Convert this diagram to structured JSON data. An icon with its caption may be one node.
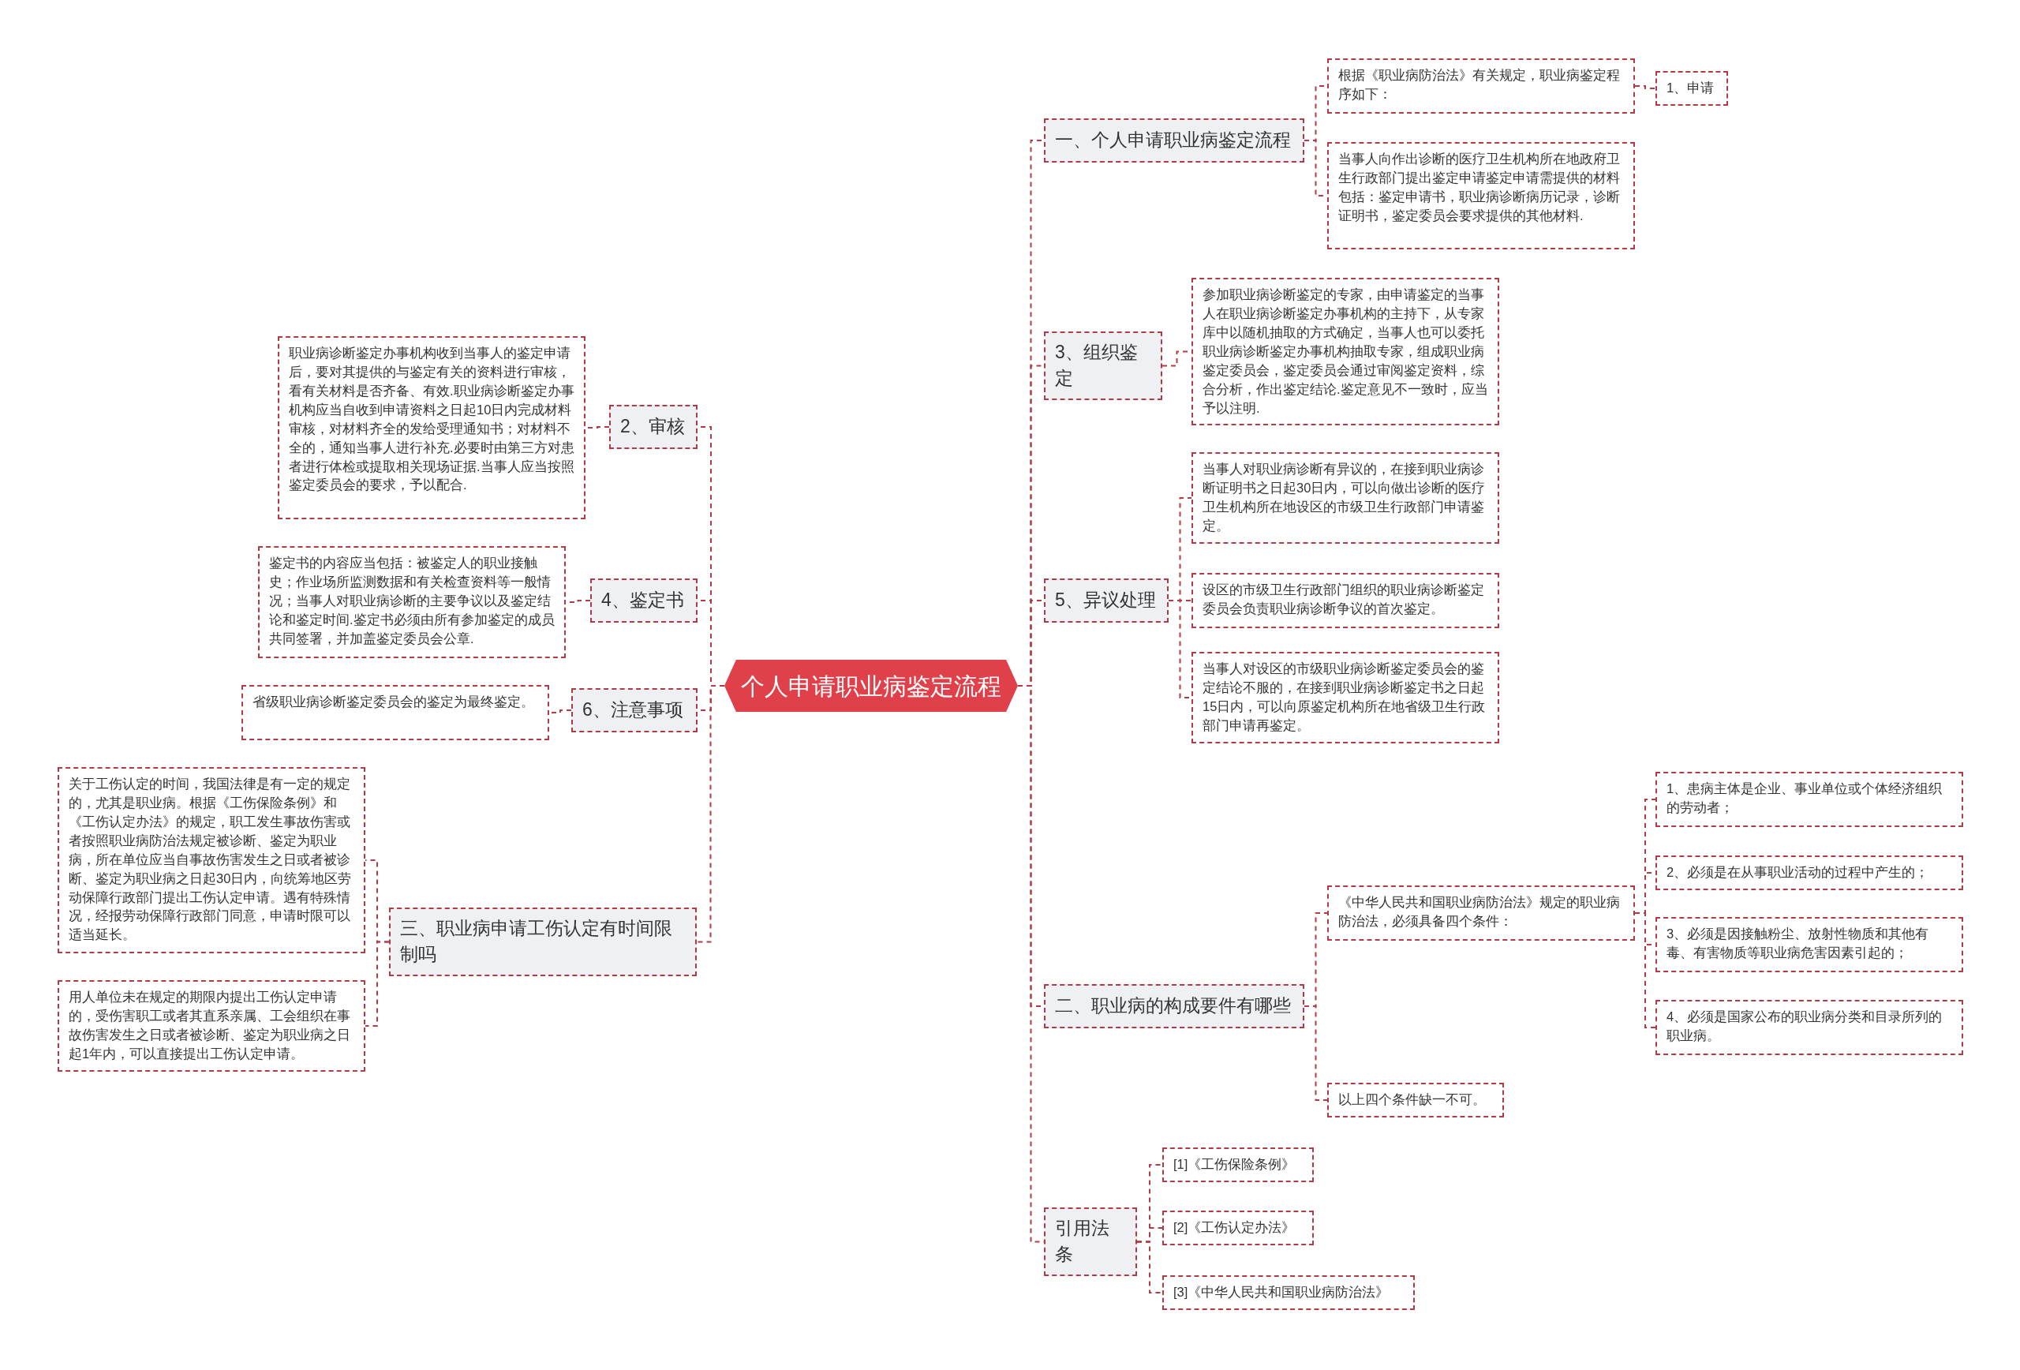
{
  "diagram": {
    "nodes": [
      {
        "text": [
          "个人申请职业病鉴定流程"
        ]
      },
      {
        "text": [
          "一、个人申请职业病鉴定流程"
        ]
      },
      {
        "text": [
          "根据《职业病防治法》有关规定，职业病鉴定程序如下："
        ]
      },
      {
        "text": [
          "1、申请"
        ]
      },
      {
        "text": [
          "当事人向作出诊断的医疗卫生机构所在地政府卫生行政部门提出鉴定申请鉴定申请需提供的材料包括：鉴定申请书，职业病诊断病历记录，诊断证明书，鉴定委员会要求提供的其他材料."
        ]
      },
      {
        "text": [
          "3、组织鉴定"
        ]
      },
      {
        "text": [
          "参加职业病诊断鉴定的专家，由申请鉴定的当事人在职业病诊断鉴定办事机构的主持下，从专家库中以随机抽取的方式确定，当事人也可以委托职业病诊断鉴定办事机构抽取专家，组成职业病鉴定委员会，鉴定委员会通过审阅鉴定资料，综合分析，作出鉴定结论.鉴定意见不一致时，应当予以注明."
        ]
      },
      {
        "text": [
          "5、异议处理"
        ]
      },
      {
        "text": [
          "当事人对职业病诊断有异议的，在接到职业病诊断证明书之日起30日内，可以向做出诊断的医疗卫生机构所在地设区的市级卫生行政部门申请鉴定。"
        ]
      },
      {
        "text": [
          "设区的市级卫生行政部门组织的职业病诊断鉴定委员会负责职业病诊断争议的首次鉴定。"
        ]
      },
      {
        "text": [
          "当事人对设区的市级职业病诊断鉴定委员会的鉴定结论不服的，在接到职业病诊断鉴定书之日起15日内，可以向原鉴定机构所在地省级卫生行政部门申请再鉴定。"
        ]
      },
      {
        "text": [
          "二、职业病的构成要件有哪些"
        ]
      },
      {
        "text": [
          "《中华人民共和国职业病防治法》规定的职业病防治法，必须具备四个条件："
        ]
      },
      {
        "text": [
          "1、患病主体是企业、事业单位或个体经济组织的劳动者；"
        ]
      },
      {
        "text": [
          "2、必须是在从事职业活动的过程中产生的；"
        ]
      },
      {
        "text": [
          "3、必须是因接触粉尘、放射性物质和其他有毒、有害物质等职业病危害因素引起的；"
        ]
      },
      {
        "text": [
          "4、必须是国家公布的职业病分类和目录所列的职业病。"
        ]
      },
      {
        "text": [
          "以上四个条件缺一不可。"
        ]
      },
      {
        "text": [
          "引用法条"
        ]
      },
      {
        "text": [
          "[1]《工伤保险条例》"
        ]
      },
      {
        "text": [
          "[2]《工伤认定办法》"
        ]
      },
      {
        "text": [
          "[3]《中华人民共和国职业病防治法》"
        ]
      },
      {
        "text": [
          "2、审核"
        ]
      },
      {
        "text": [
          "职业病诊断鉴定办事机构收到当事人的鉴定申请后，要对其提供的与鉴定有关的资料进行审核，看有关材料是否齐备、有效.职业病诊断鉴定办事机构应当自收到申请资料之日起10日内完成材料审核，对材料齐全的发给受理通知书；对材料不全的，通知当事人进行补充.必要时由第三方对患者进行体检或提取相关现场证据.当事人应当按照鉴定委员会的要求，予以配合."
        ]
      },
      {
        "text": [
          "4、鉴定书"
        ]
      },
      {
        "text": [
          "鉴定书的内容应当包括：被鉴定人的职业接触史；作业场所监测数据和有关检查资料等一般情况；当事人对职业病诊断的主要争议以及鉴定结论和鉴定时间.鉴定书必须由所有参加鉴定的成员共同签署，并加盖鉴定委员会公章."
        ]
      },
      {
        "text": [
          "6、注意事项"
        ]
      },
      {
        "text": [
          "省级职业病诊断鉴定委员会的鉴定为最终鉴定。"
        ]
      },
      {
        "text": [
          "三、职业病申请工伤认定有时间限制吗"
        ]
      },
      {
        "text": [
          "关于工伤认定的时间，我国法律是有一定的规定的，尤其是职业病。根据《工伤保险条例》和《工伤认定办法》的规定，职工发生事故伤害或者按照职业病防治法规定被诊断、鉴定为职业病，所在单位应当自事故伤害发生之日或者被诊断、鉴定为职业病之日起30日内，向统筹地区劳动保障行政部门提出工伤认定申请。遇有特殊情况，经报劳动保障行政部门同意，申请时限可以适当延长。"
        ]
      },
      {
        "text": [
          "用人单位未在规定的期限内提出工伤认定申请的，受伤害职工或者其直系亲属、工会组织在事故伤害发生之日或者被诊断、鉴定为职业病之日起1年内，可以直接提出工伤认定申请。"
        ]
      }
    ],
    "edges": [
      {
        "from": 0,
        "to": 1,
        "arrow": "none"
      },
      {
        "from": 1,
        "to": 2,
        "arrow": "none"
      },
      {
        "from": 2,
        "to": 3,
        "arrow": "none"
      },
      {
        "from": 1,
        "to": 4,
        "arrow": "none"
      },
      {
        "from": 0,
        "to": 5,
        "arrow": "none"
      },
      {
        "from": 5,
        "to": 6,
        "arrow": "none"
      },
      {
        "from": 0,
        "to": 7,
        "arrow": "none"
      },
      {
        "from": 7,
        "to": 8,
        "arrow": "none"
      },
      {
        "from": 7,
        "to": 9,
        "arrow": "none"
      },
      {
        "from": 7,
        "to": 10,
        "arrow": "none"
      },
      {
        "from": 0,
        "to": 11,
        "arrow": "none"
      },
      {
        "from": 11,
        "to": 12,
        "arrow": "none"
      },
      {
        "from": 12,
        "to": 13,
        "arrow": "none"
      },
      {
        "from": 12,
        "to": 14,
        "arrow": "none"
      },
      {
        "from": 12,
        "to": 15,
        "arrow": "none"
      },
      {
        "from": 12,
        "to": 16,
        "arrow": "none"
      },
      {
        "from": 11,
        "to": 17,
        "arrow": "none"
      },
      {
        "from": 0,
        "to": 18,
        "arrow": "none"
      },
      {
        "from": 18,
        "to": 19,
        "arrow": "none"
      },
      {
        "from": 18,
        "to": 20,
        "arrow": "none"
      },
      {
        "from": 18,
        "to": 21,
        "arrow": "none"
      },
      {
        "from": 0,
        "to": 22,
        "arrow": "none"
      },
      {
        "from": 22,
        "to": 23,
        "arrow": "none"
      },
      {
        "from": 0,
        "to": 24,
        "arrow": "none"
      },
      {
        "from": 24,
        "to": 25,
        "arrow": "none"
      },
      {
        "from": 0,
        "to": 26,
        "arrow": "none"
      },
      {
        "from": 26,
        "to": 27,
        "arrow": "none"
      },
      {
        "from": 0,
        "to": 28,
        "arrow": "none"
      },
      {
        "from": 28,
        "to": 29,
        "arrow": "none"
      },
      {
        "from": 28,
        "to": 30,
        "arrow": "none"
      }
    ]
  }
}
